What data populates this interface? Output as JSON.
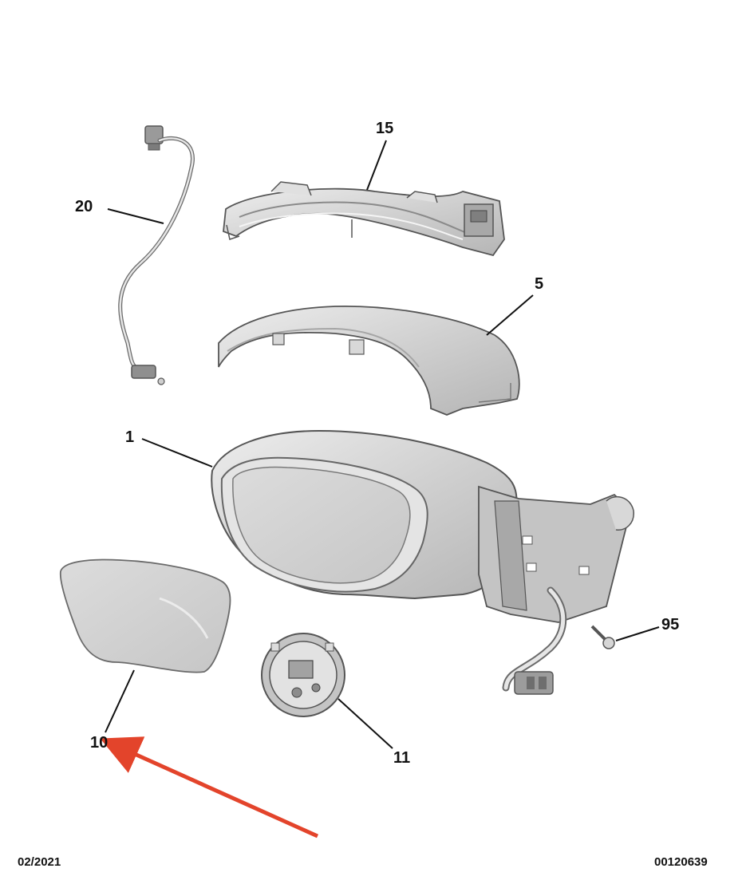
{
  "callouts": {
    "p20": "20",
    "p15": "15",
    "p5": "5",
    "p1": "1",
    "p10": "10",
    "p11": "11",
    "p95": "95"
  },
  "footer": {
    "date": "02/2021",
    "reference": "00120639"
  },
  "colors": {
    "part_fill": "#d3d3d3",
    "part_shade": "#b9b9b9",
    "part_light": "#ececec",
    "outline": "#555555",
    "leader": "#111111",
    "arrow": "#e3442b"
  }
}
